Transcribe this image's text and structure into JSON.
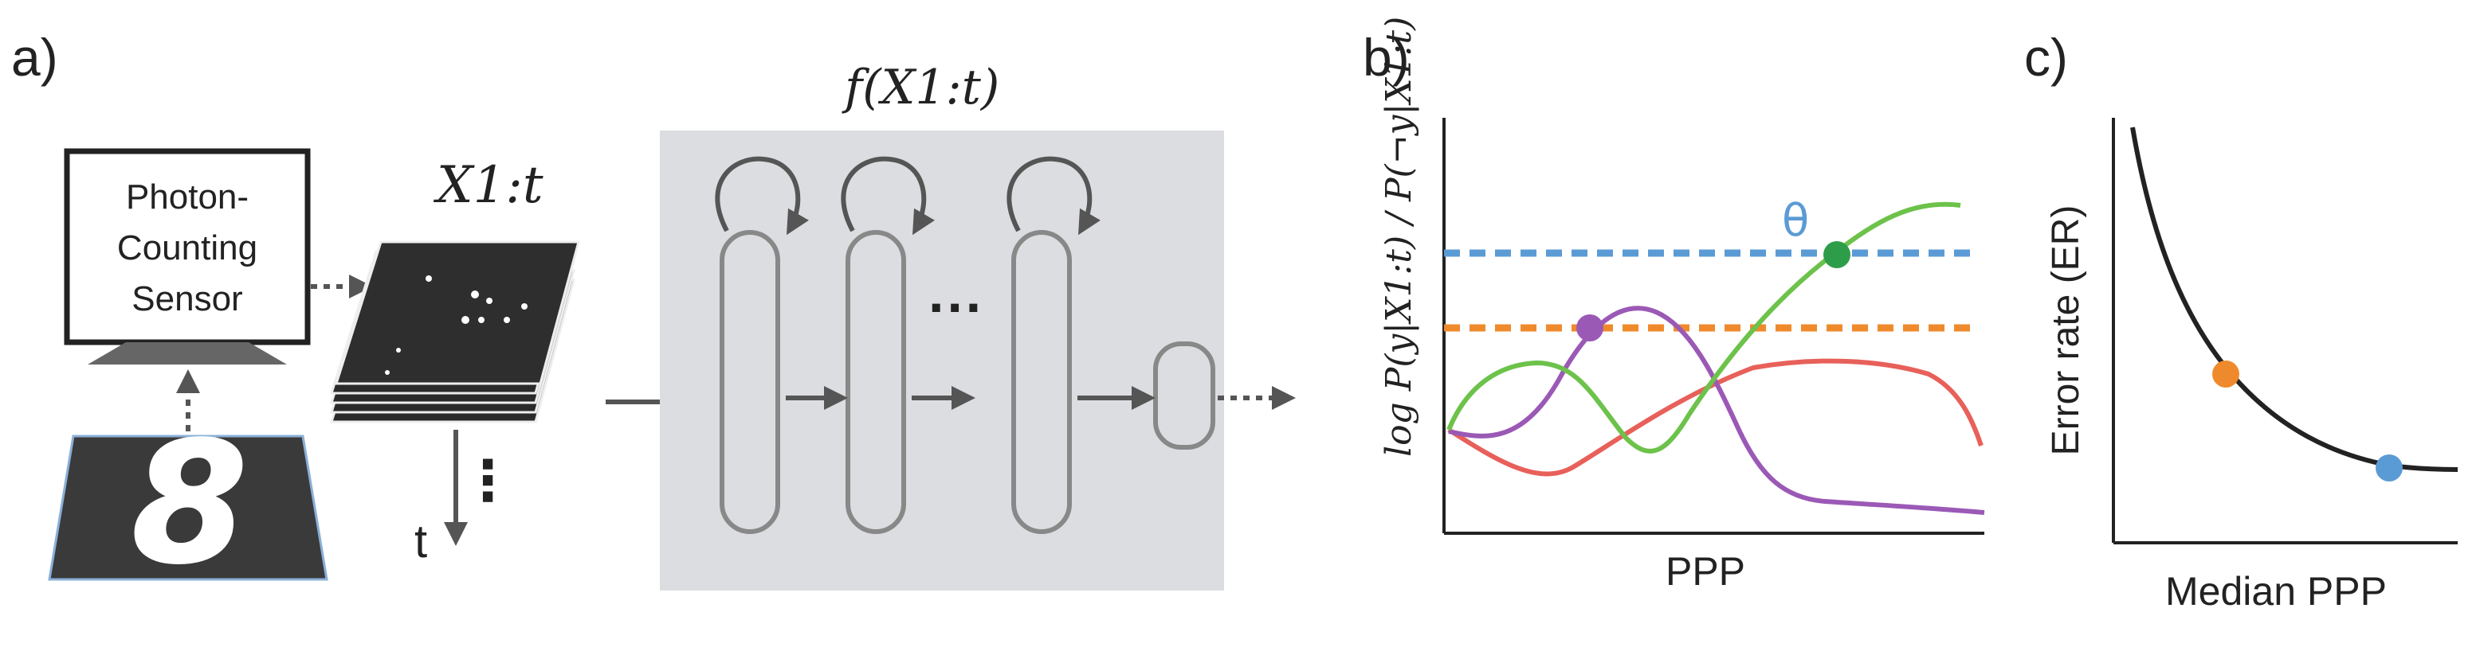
{
  "panels": {
    "a_label": "a)",
    "b_label": "b)",
    "c_label": "c)"
  },
  "sensor": {
    "line1": "Photon-",
    "line2": "Counting",
    "line3": "Sensor"
  },
  "input_digit": "8",
  "frames_label": "X1:t",
  "time_axis_label": "t",
  "network_label": "f(X1:t)",
  "network_ellipsis": "···",
  "frames_ellipsis": "⋮",
  "panel_b": {
    "ylabel": "log P(y|X1:t) / P(¬y|X1:t)",
    "xlabel": "PPP",
    "threshold_label": "θ",
    "colors": {
      "threshold_blue": "#5b9bd5",
      "threshold_orange": "#ef8a2c",
      "green": "#6cc24a",
      "purple": "#9b59b6",
      "red": "#e8605a",
      "dot_green": "#2e9d4a",
      "dot_purple": "#9b59b6"
    }
  },
  "panel_c": {
    "ylabel": "Error rate (ER)",
    "xlabel": "Median PPP",
    "colors": {
      "curve": "#222222",
      "dot_orange": "#ef8a2c",
      "dot_blue": "#5b9bd5"
    }
  }
}
